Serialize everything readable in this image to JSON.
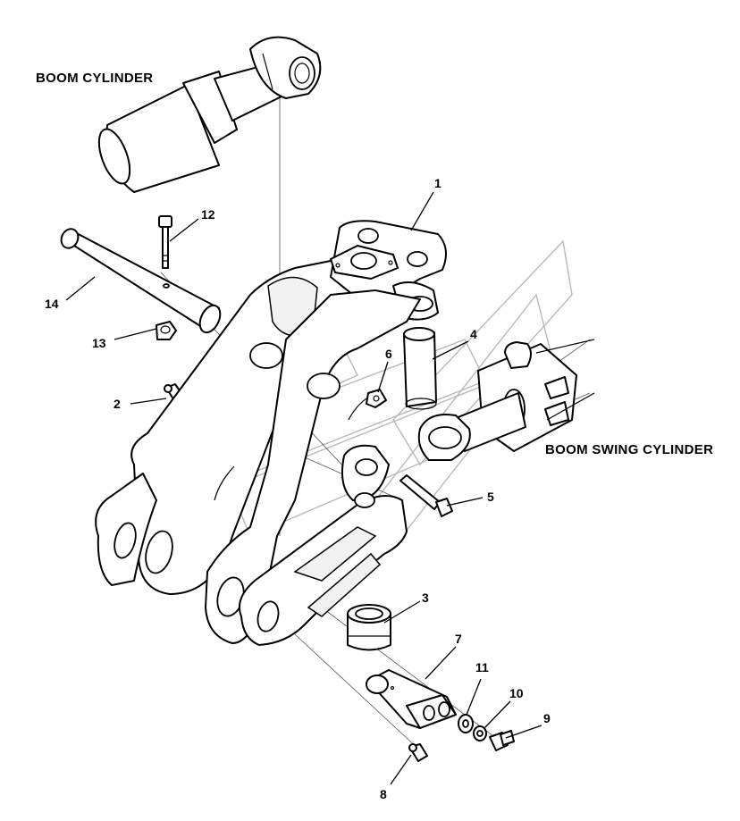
{
  "labels": {
    "boom_cylinder": "BOOM CYLINDER",
    "boom_swing_cylinder": "BOOM SWING CYLINDER"
  },
  "callouts": {
    "c1": "1",
    "c2": "2",
    "c3": "3",
    "c4": "4",
    "c5": "5",
    "c6": "6",
    "c7": "7",
    "c8": "8",
    "c9": "9",
    "c10": "10",
    "c11": "11",
    "c12": "12",
    "c13": "13",
    "c14": "14"
  }
}
